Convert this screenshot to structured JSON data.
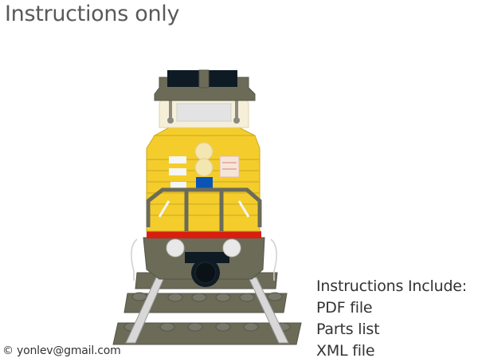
{
  "header": {
    "title": "Instructions only"
  },
  "includes": {
    "heading": "Instructions Include:",
    "items": [
      "PDF file",
      "Parts list",
      "XML file"
    ]
  },
  "footer": {
    "copyright": "© yonlev@gmail.com"
  },
  "illustration": {
    "subject": "lego-locomotive-front-view",
    "colors": {
      "body_yellow": "#F4CD2C",
      "dark_gray": "#6B6B58",
      "window_black": "#0E1B24",
      "stripe_red": "#D81E10",
      "light_blue": "#0B54B5",
      "headlight": "#E8E8E8",
      "rail": "#D8D8D8"
    }
  }
}
